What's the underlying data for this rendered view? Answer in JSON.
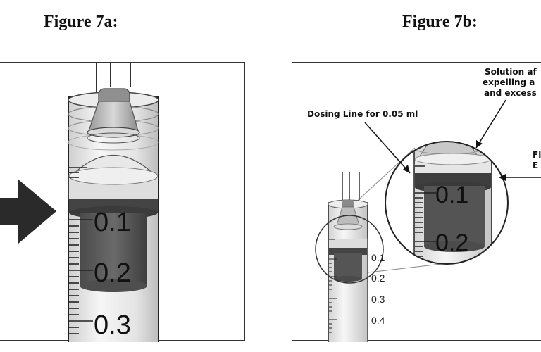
{
  "figure_a": {
    "title": "Figure 7a:",
    "scale_labels": [
      "0.1",
      "0.2",
      "0.3"
    ]
  },
  "figure_b": {
    "title": "Figure 7b:",
    "callouts": {
      "dosing_line": "Dosing Line for 0.05 ml",
      "solution_line1": "Solution af",
      "solution_line2": "expelling a",
      "solution_line3": "and excess",
      "flange_line1": "Fl",
      "flange_line2": "E"
    },
    "small_scale_labels": [
      "0.1",
      "0.2",
      "0.3",
      "0.4"
    ],
    "zoom_scale_labels": [
      "0.1",
      "0.2"
    ]
  }
}
